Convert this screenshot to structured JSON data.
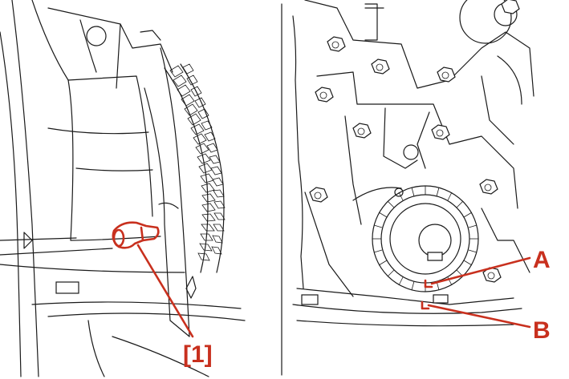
{
  "colors": {
    "line": "#1a1a1a",
    "callout": "#c8301e",
    "background": "#ffffff"
  },
  "panels": [
    {
      "callouts": [
        {
          "label": "[1]"
        }
      ]
    },
    {
      "callouts": [
        {
          "label": "A"
        },
        {
          "label": "B"
        }
      ]
    }
  ]
}
